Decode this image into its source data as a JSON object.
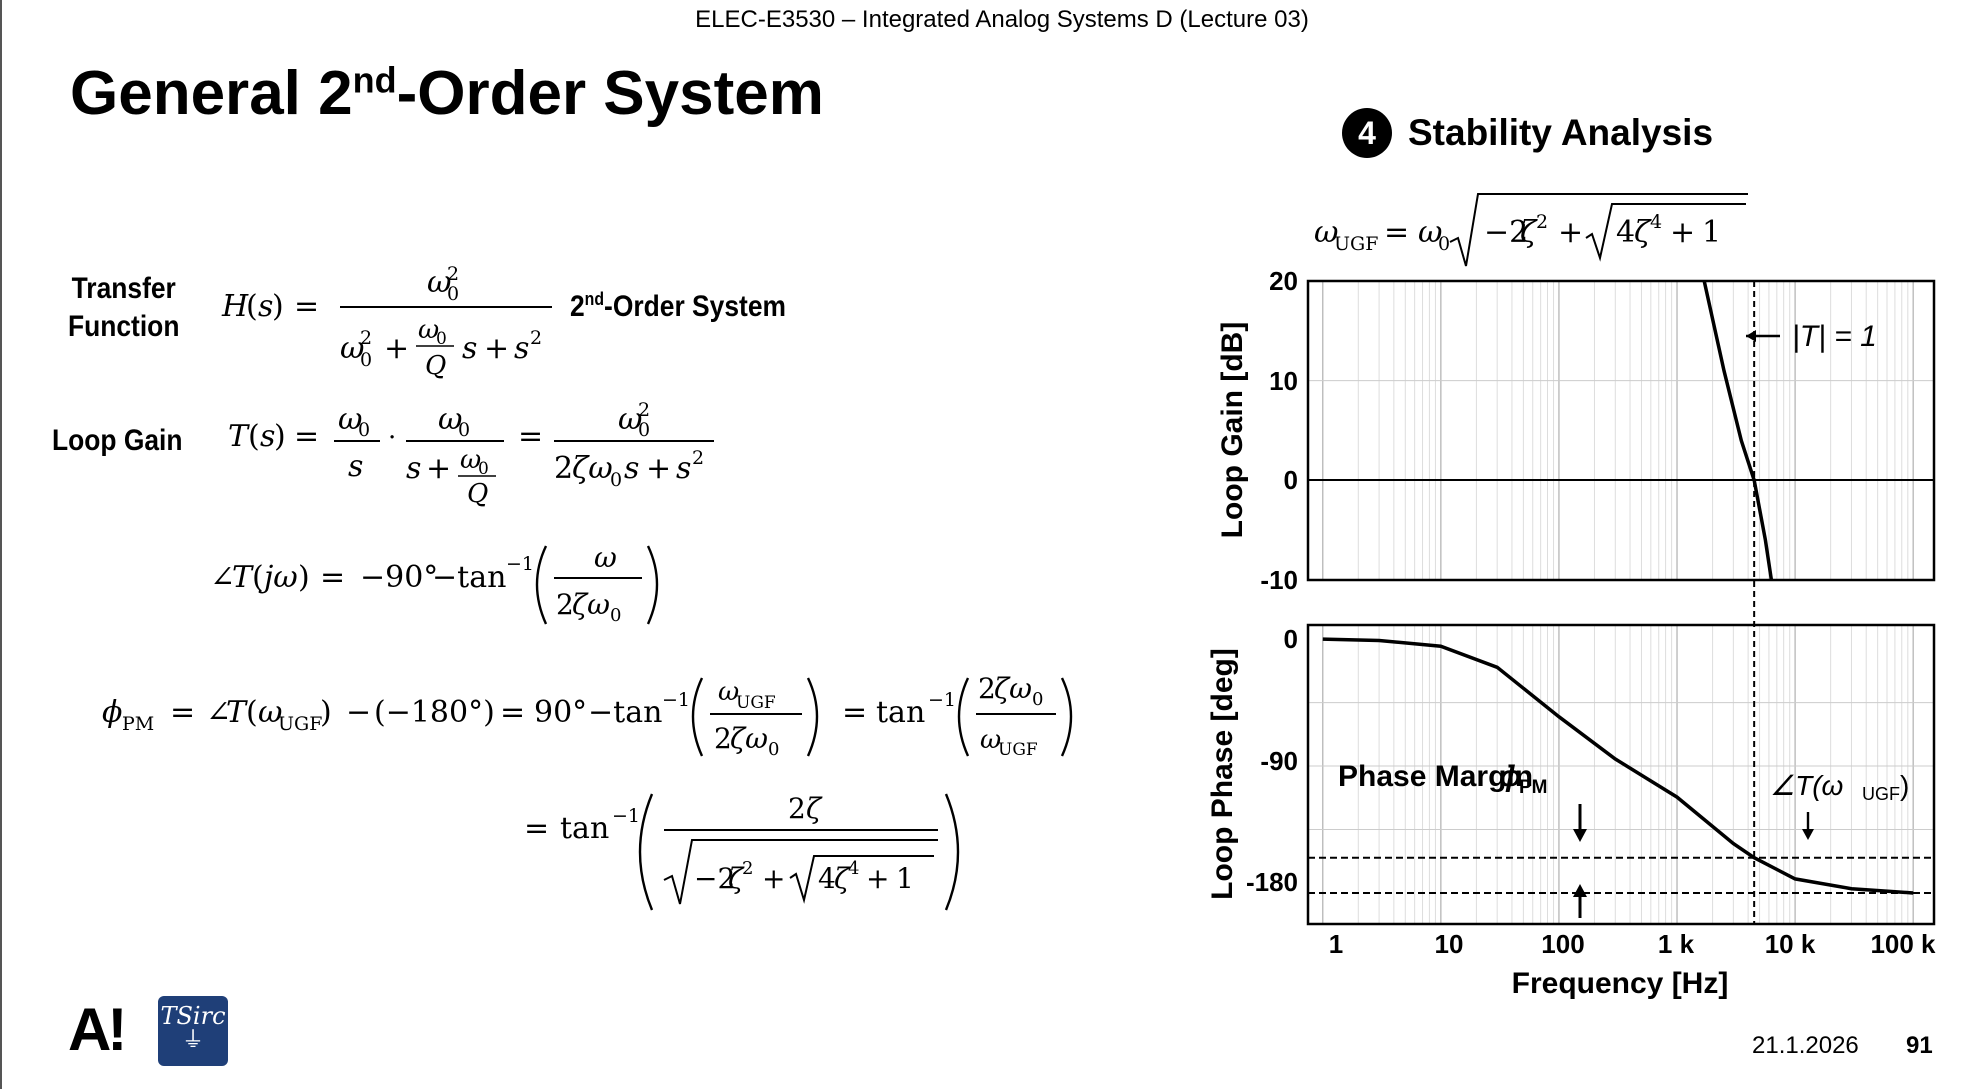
{
  "header": "ELEC-E3530 – Integrated Analog Systems D (Lecture 03)",
  "title": {
    "main": "General 2",
    "sup": "nd",
    "rest": "-Order System"
  },
  "labels": {
    "transfer_line1": "Transfer",
    "transfer_line2": "Function",
    "loop_gain": "Loop Gain",
    "system_type": "2",
    "system_sup": "nd",
    "system_rest": "-Order System"
  },
  "section": {
    "number": "4",
    "title": "Stability Analysis"
  },
  "plot": {
    "gain_axis_label": "Loop Gain [dB]",
    "phase_axis_label": "Loop Phase [deg]",
    "x_axis_label": "Frequency [Hz]",
    "gain_ticks": [
      "20",
      "10",
      "0",
      "-10"
    ],
    "phase_ticks": [
      "0",
      "-90",
      "-180"
    ],
    "x_ticks": [
      "1",
      "10",
      "100",
      "1 k",
      "10 k",
      "100 k"
    ],
    "unity_annotation": "|T| = 1",
    "phase_margin_label": "Phase Margin",
    "angle_annotation": "∠T(ω"
  },
  "chart_data": [
    {
      "type": "line",
      "title": "",
      "xlabel": "Frequency [Hz]",
      "ylabel": "Loop Gain [dB]",
      "xscale": "log",
      "xlim": [
        0.75,
        150000
      ],
      "ylim": [
        -10,
        20
      ],
      "grid": true,
      "series": [
        {
          "x": [
            1700,
            2500,
            3500,
            4500,
            5600,
            6300
          ],
          "y": [
            20,
            11,
            4,
            0,
            -6,
            -10
          ]
        }
      ],
      "annotations": [
        "|T| = 1"
      ],
      "unity_gain_frequency": 4500
    },
    {
      "type": "line",
      "title": "",
      "xlabel": "Frequency [Hz]",
      "ylabel": "Loop Phase [deg]",
      "xscale": "log",
      "xlim": [
        0.75,
        150000
      ],
      "ylim": [
        -202,
        10
      ],
      "grid": true,
      "series": [
        {
          "x": [
            1,
            3,
            10,
            30,
            100,
            300,
            1000,
            3000,
            4500,
            10000,
            30000,
            100000
          ],
          "y": [
            0,
            -1,
            -5,
            -20,
            -55,
            -85,
            -112,
            -145,
            -155,
            -170,
            -177,
            -180
          ]
        }
      ],
      "reference_lines": [
        -155,
        -180
      ],
      "annotations": [
        "Phase Margin",
        "∠T(ωUGF)"
      ]
    }
  ]
}
